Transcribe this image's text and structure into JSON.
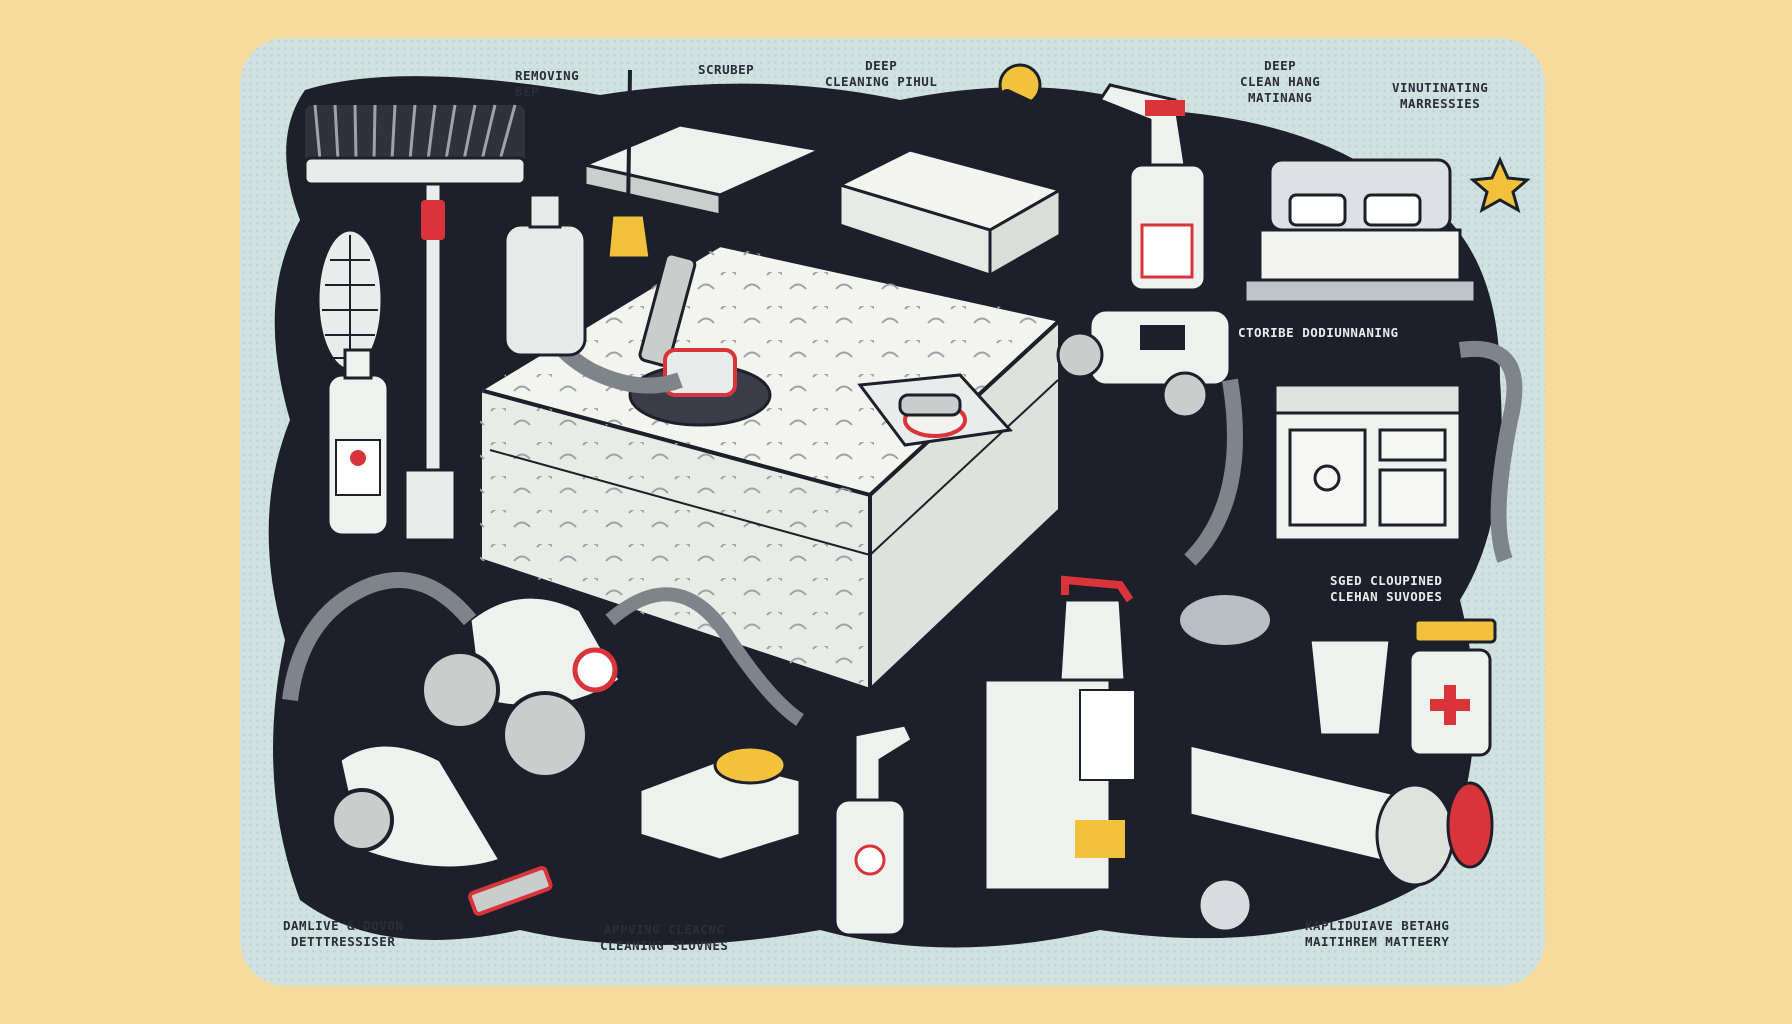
{
  "labels": {
    "removing": {
      "line1": "REMOVING",
      "line2": "BEP"
    },
    "scrubber": {
      "line1": "SCRUBEP"
    },
    "deep_cleaning": {
      "line1": "DEEP",
      "line2": "CLEANING PIHUL"
    },
    "deep_clean": {
      "line1": "DEEP",
      "line2": "CLEAN HANG",
      "line3": "MATINANG"
    },
    "vintating": {
      "line1": "VINUTINATING",
      "line2": "MARRESSIES"
    },
    "storing": {
      "line1": "CTORIBE DODIUNNANING"
    },
    "cleaning_supplies": {
      "line1": "SGED CLOUPINED",
      "line2": "CLEHAN SUVODES"
    },
    "damlive": {
      "line1": "DAMLIVE  & DOVON",
      "line2": "DETTTRESSISER"
    },
    "applying": {
      "line1": "APPVING CLEACNG",
      "line2": "CLEANING SLOVNES"
    },
    "maintain": {
      "line1": "KAPLIDUIAVE BETAHG",
      "line2": "MAITIHREM MATTEERY"
    }
  },
  "colors": {
    "background": "#f6dc9c",
    "card": "#cfe2df",
    "ink": "#1d1f2b",
    "accent_red": "#d8343a",
    "accent_yellow": "#f2c23c",
    "item_white": "#eef1ee"
  }
}
